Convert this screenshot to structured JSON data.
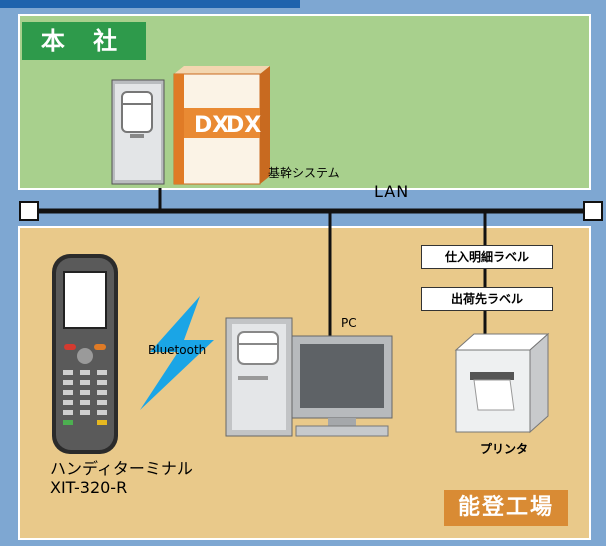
{
  "headquarters": {
    "label": "本 社",
    "system_label": "基幹システム"
  },
  "network": {
    "label": "LAN"
  },
  "factory": {
    "label": "能登工場"
  },
  "devices": {
    "handheld_name": "ハンディターミナル",
    "handheld_model": "XIT-320-R",
    "link_label": "Bluetooth",
    "pc_label": "PC",
    "printer_label": "プリンタ"
  },
  "print_labels": [
    "仕入明細ラベル",
    "出荷先ラベル"
  ],
  "software_box": {
    "text": "DX"
  },
  "colors": {
    "background": "#7ea7d2",
    "hq_fill": "#a8d08d",
    "hq_badge": "#2e9a4b",
    "factory_fill": "#e9c98a",
    "factory_badge": "#d98b34",
    "bluetooth": "#1aa5e6"
  }
}
